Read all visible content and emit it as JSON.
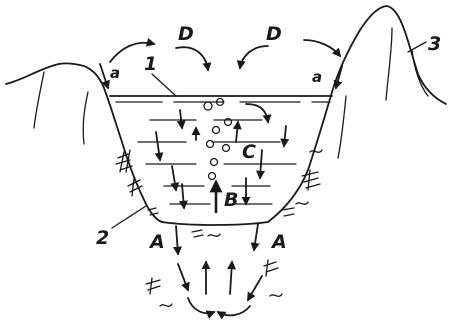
{
  "diagram": {
    "labels": {
      "D_left": "D",
      "D_right": "D",
      "a_left": "a",
      "a_right": "a",
      "num_1": "1",
      "num_2": "2",
      "num_3": "3",
      "C": "C",
      "B": "B",
      "A_left": "A",
      "A_right": "A"
    },
    "colors": {
      "ink": "#1a1a1a",
      "background": "#ffffff"
    }
  }
}
